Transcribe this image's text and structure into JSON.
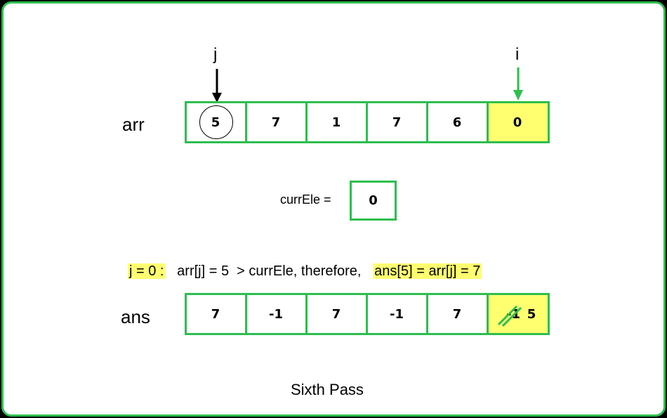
{
  "arr": {
    "label": "arr",
    "cells": [
      "5",
      "7",
      "1",
      "7",
      "6",
      "0"
    ]
  },
  "pointers": {
    "j": "j",
    "i": "i"
  },
  "curr": {
    "label": "currEle =",
    "value": "0"
  },
  "statement": {
    "cond": "j = 0 :",
    "middle": "arr[j] = 5  > currEle, therefore,",
    "result": "ans[5] = arr[j] = 7"
  },
  "ans": {
    "label": "ans",
    "cells": [
      "7",
      "-1",
      "7",
      "-1",
      "7"
    ],
    "last_old": "-1",
    "last_new": "5"
  },
  "caption": "Sixth Pass",
  "colors": {
    "border": "#2dbe4e",
    "highlight": "#ffff70"
  }
}
